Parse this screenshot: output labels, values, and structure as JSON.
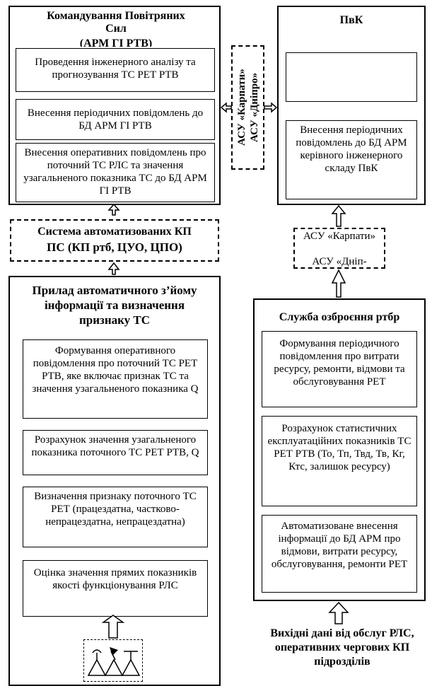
{
  "left_top": {
    "title": "Командування Повітряних Сил",
    "subtitle": "(АРМ ГІ РТВ)",
    "items": [
      "Проведення інженерного аналізу та прогнозування ТС РЕТ РТВ",
      "Внесення періодичних повідомлень до БД АРМ ГІ РТВ",
      "Внесення оперативних повідомлень про поточний ТС РЛС та значення узагальненого показника ТС до БД АРМ ГІ РТВ"
    ]
  },
  "middle_asu": {
    "line1": "АСУ «Карпати»",
    "line2": "АСУ «Дніпро»"
  },
  "right_top": {
    "title": "ПвК",
    "empty_box": "",
    "item": "Внесення періодичних повідомлень до БД АРМ керівного інженерного складу ПвК"
  },
  "system_kp": {
    "line1": "Система автоматизованих КП",
    "line2": "ПС (КП ртб, ЦУО, ЦПО)"
  },
  "asu_right": {
    "line1": "АСУ «Карпати»",
    "line2": "АСУ «Дніп-"
  },
  "left_bottom": {
    "title": "Прилад автоматичного з’йому інформації та визначення признаку ТС",
    "items": [
      "Формування оперативного повідомлення про поточний ТС РЕТ РТВ, яке включає признак ТС та значення узагальненого показника Q",
      "Розрахунок значення узагальненого показника поточного ТС РЕТ РТВ, Q",
      "Визначення признаку поточного ТС РЕТ (працездатна, частково-непрацездатна, непрацездатна)",
      "Оцінка значення прямих показників якості функціонування РЛС"
    ]
  },
  "right_bottom": {
    "title": "Служба озброєння ртбр",
    "items": [
      "Формування періодичного повідомлення про витрати ресурсу, ремонти, відмови та обслуговування РЕТ",
      "Розрахунок статистичних експлуатаційних показників ТС РЕТ РТВ (То, Тп, Твд, Тв, Кг, Ктс, залишок ресурсу)",
      "Автоматизоване внесення інформації до БД АРМ про відмови, витрати ресурсу, обслуговування, ремонти РЕТ"
    ]
  },
  "source_text": "Вихідні дані від обслуг РЛС, оперативних чергових КП підрозділів",
  "icons": [
    "radar-icon"
  ]
}
